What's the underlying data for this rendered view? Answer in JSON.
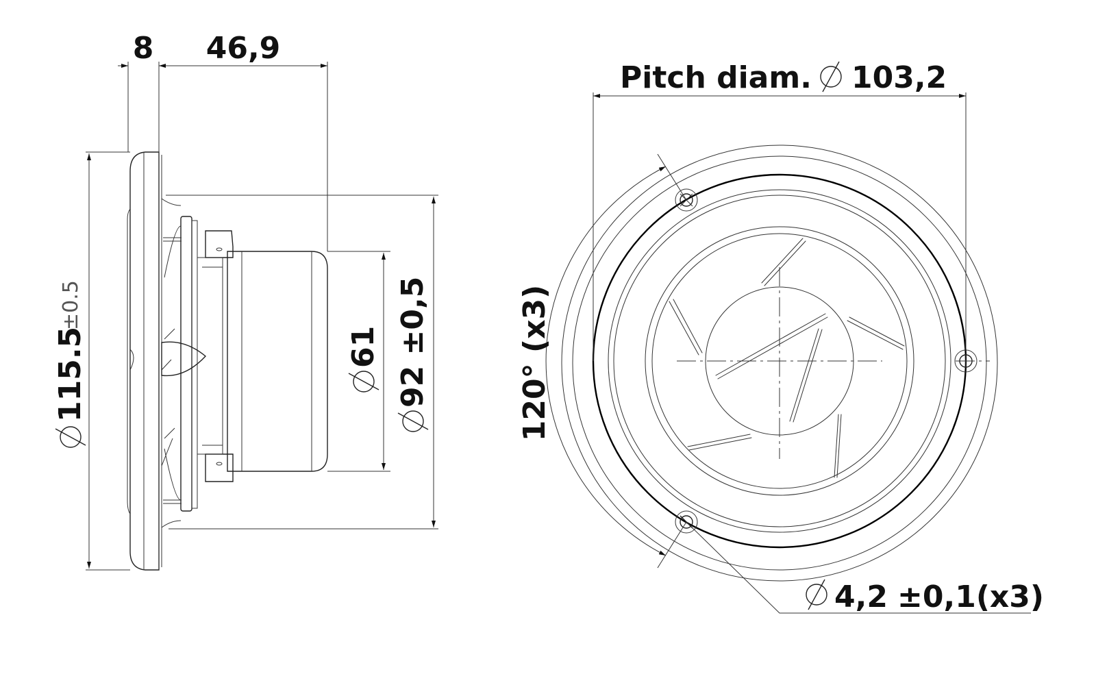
{
  "side_view": {
    "flange_thickness": "8",
    "depth": "46,9",
    "outer_diameter": "115.5",
    "outer_diameter_tol": "±0.5",
    "magnet_diameter": "61",
    "cutout_diameter": "92 ±0,5"
  },
  "front_view": {
    "pitch_label": "Pitch diam.",
    "pitch_value": "103,2",
    "angle": "120° (x3)",
    "hole_diameter": "4,2",
    "hole_tol": "±0,1(x3)"
  }
}
